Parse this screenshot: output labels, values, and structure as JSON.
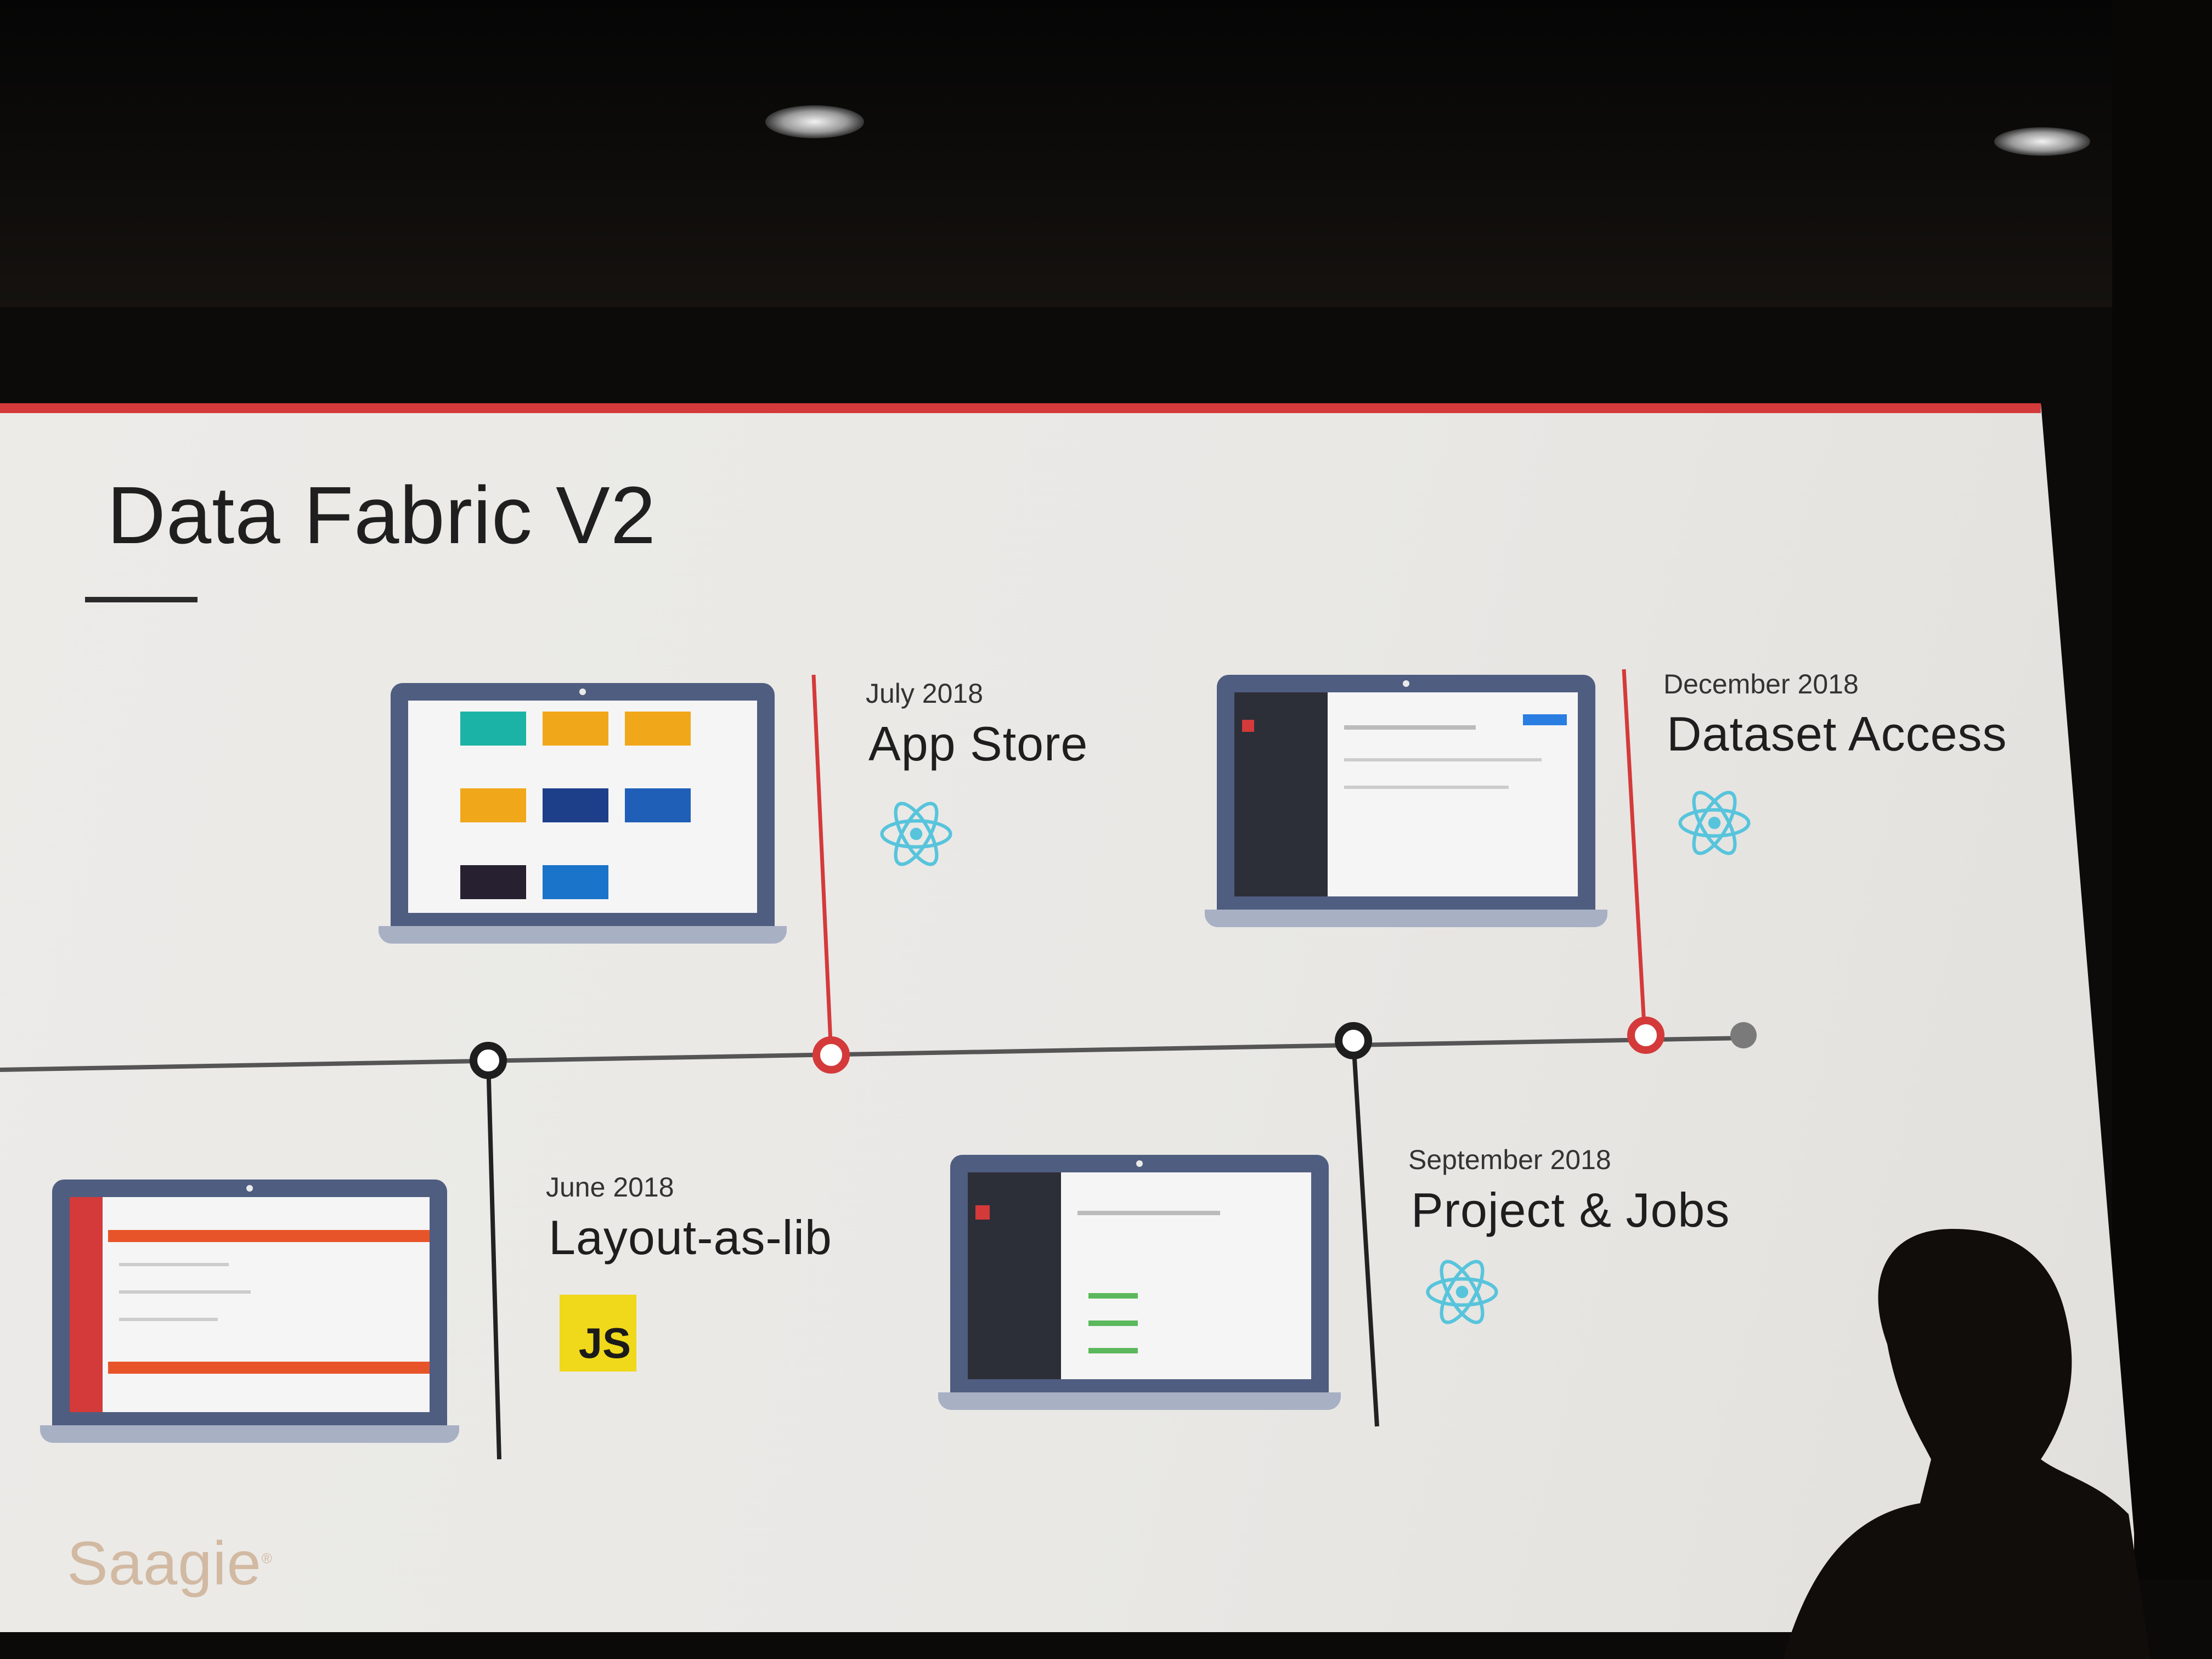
{
  "slide": {
    "title": "Data Fabric V2",
    "brand": "Saagie",
    "brand_mark": "®",
    "accent_color": "#d43a3a",
    "milestones": [
      {
        "date": "July 2018",
        "label": "App Store",
        "tech_icon": "react-icon"
      },
      {
        "date": "December 2018",
        "label": "Dataset Access",
        "tech_icon": "react-icon"
      },
      {
        "date": "June 2018",
        "label": "Layout-as-lib",
        "tech_icon": "javascript-icon",
        "badge_text": "JS"
      },
      {
        "date": "September 2018",
        "label": "Project & Jobs",
        "tech_icon": "react-icon"
      }
    ]
  }
}
